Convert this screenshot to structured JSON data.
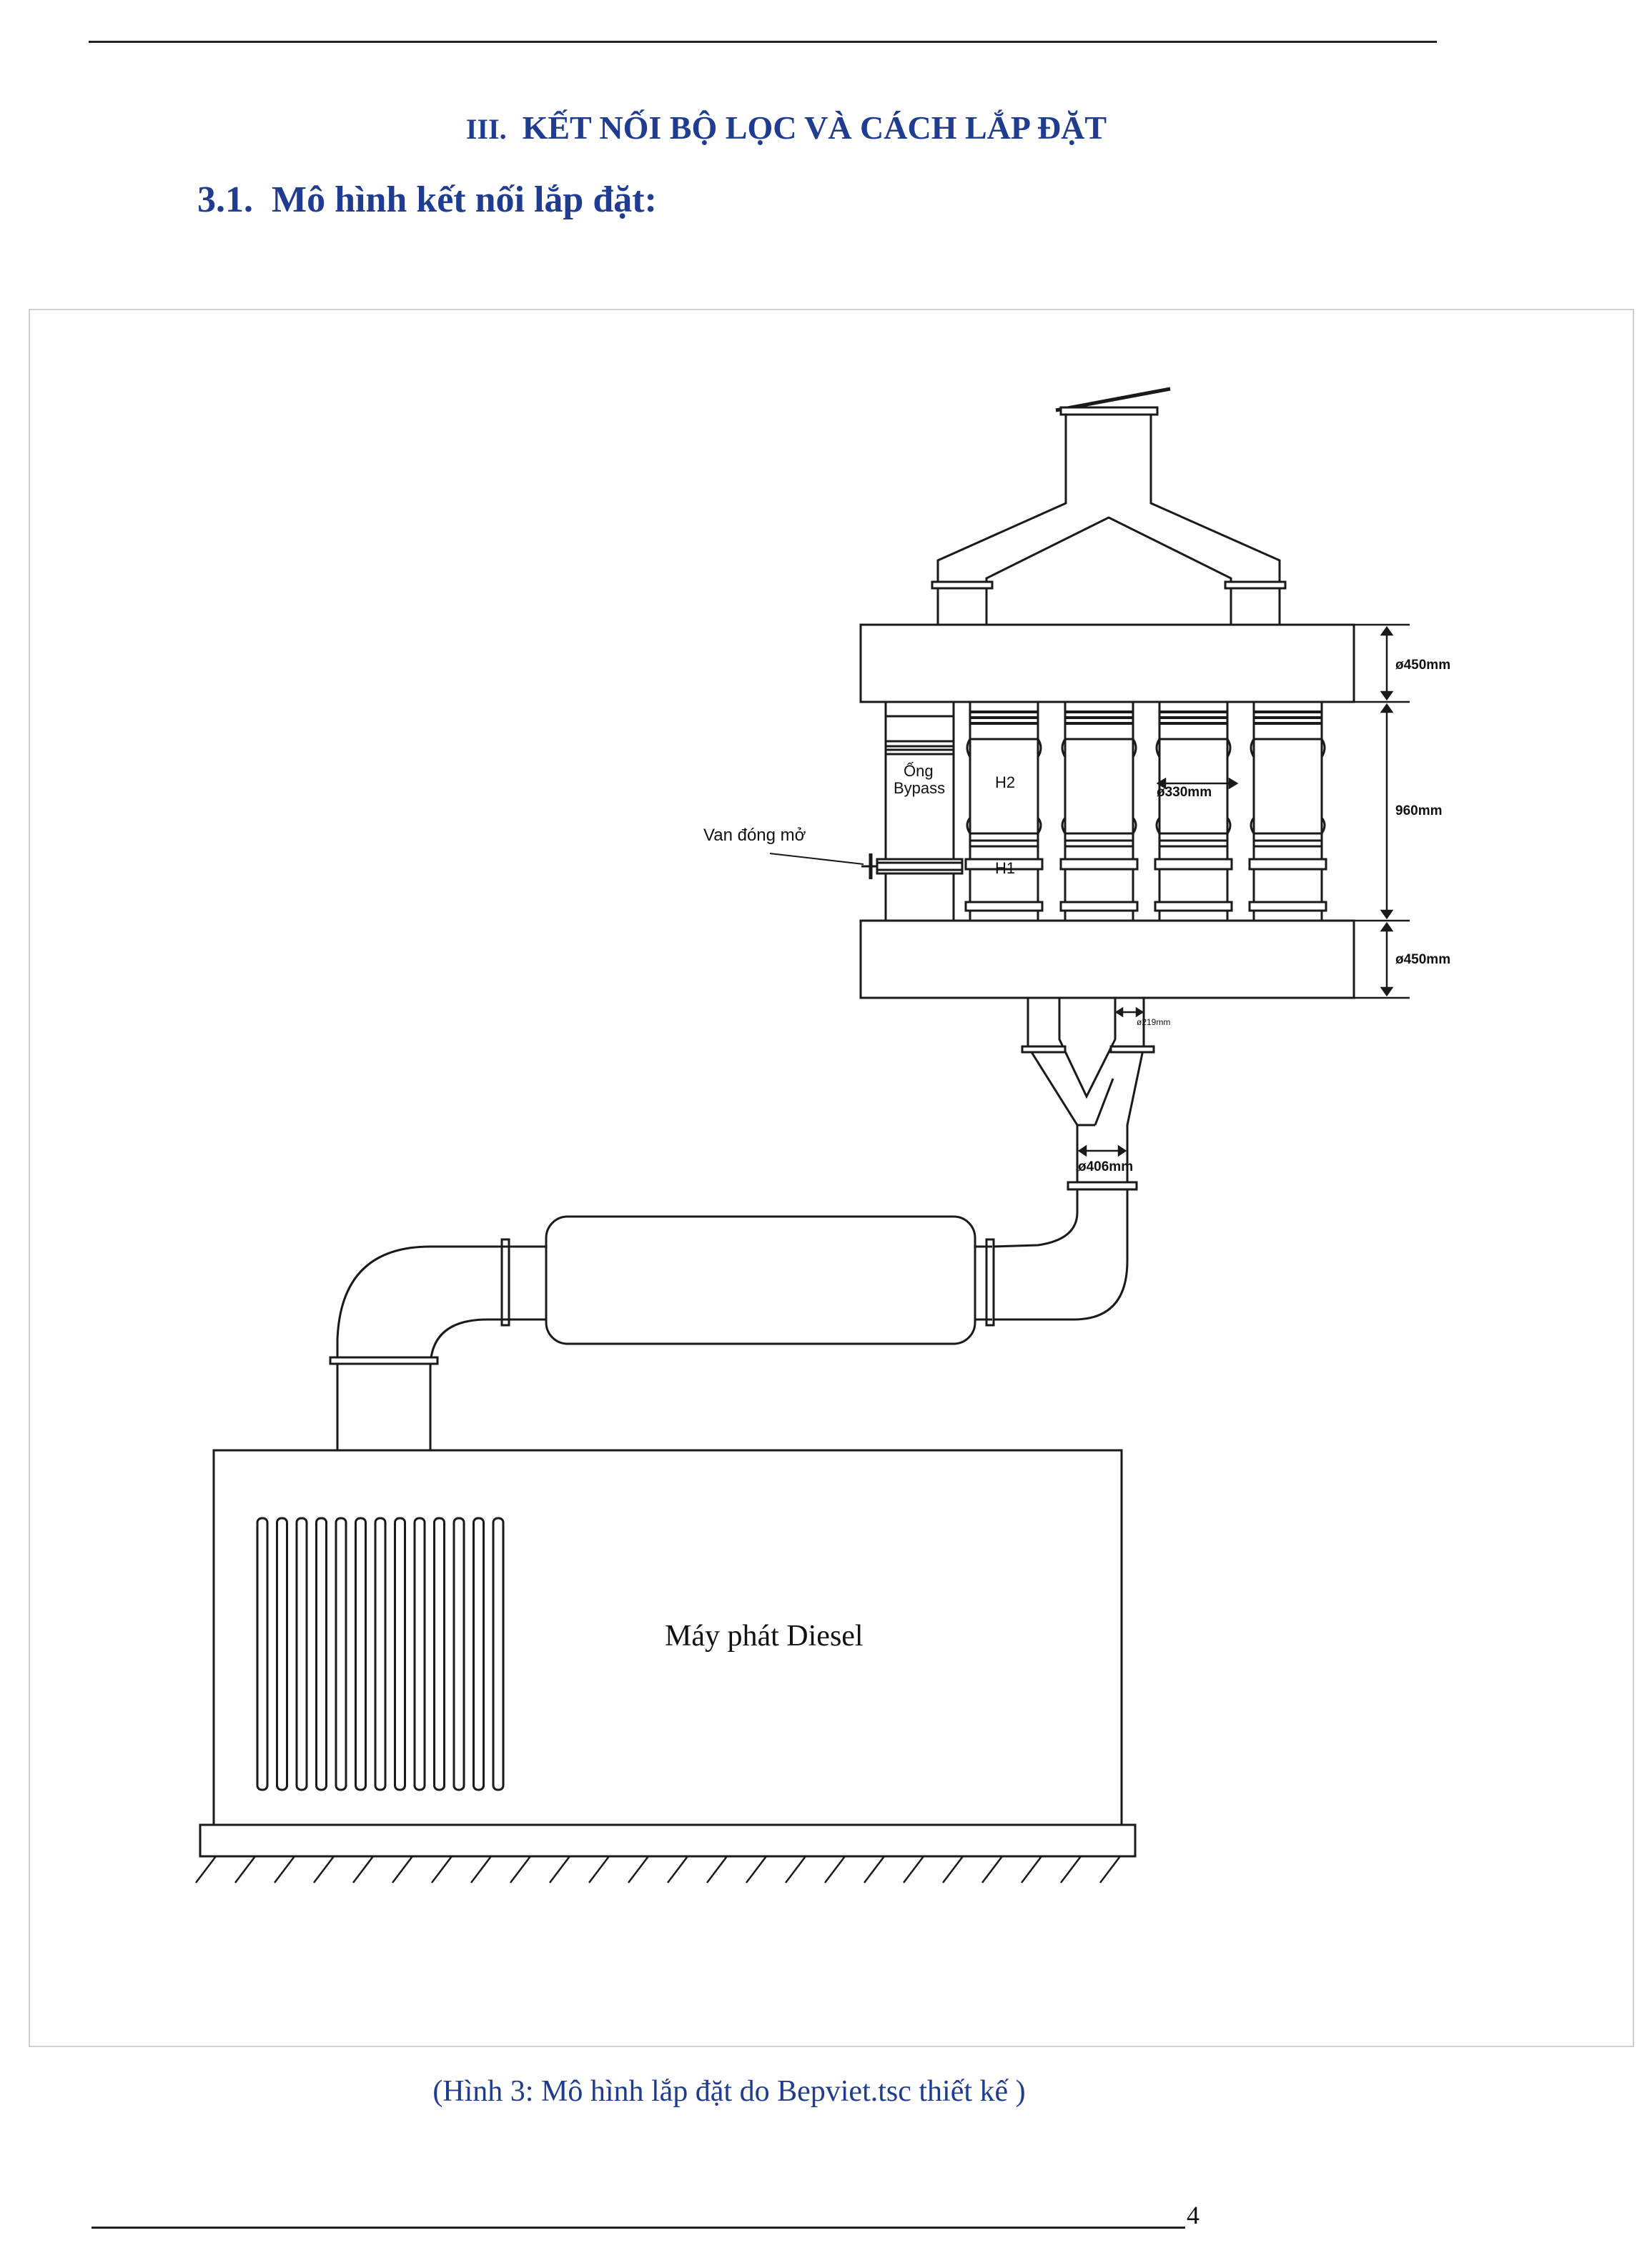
{
  "header": {
    "section_number": "III.",
    "section_title": "KẾT NỐI BỘ LỌC VÀ CÁCH LẮP ĐẶT",
    "subsection_number": "3.1.",
    "subsection_title": "Mô hình kết nối lắp đặt:"
  },
  "diagram": {
    "labels": {
      "bypass_line1": "Ống",
      "bypass_line2": "Bypass",
      "filter_h2": "H2",
      "filter_h1": "H1",
      "valve": "Van đóng mở",
      "generator": "Máy phát Diesel"
    },
    "dimensions": {
      "top_box": "ø450mm",
      "filter_height": "960mm",
      "bottom_box": "ø450mm",
      "filter_diameter": "ø330mm",
      "outlet_pipe": "ø219mm",
      "main_pipe": "ø406mm"
    }
  },
  "caption": "(Hình 3: Mô hình lắp đặt do Bepviet.tsc thiết kế )",
  "footer": {
    "page_number": "4"
  },
  "colors": {
    "heading": "#1f3c91",
    "line": "#1a1a1a"
  }
}
